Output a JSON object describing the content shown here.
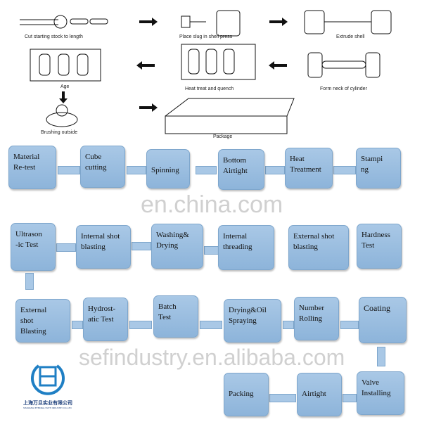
{
  "illustration": {
    "steps": [
      "Cut starting stock to length",
      "Place slug in shell press",
      "Extrude shell",
      "Form neck of cylinder",
      "Heat treat and quench",
      "Age",
      "Brushing outside",
      "Package"
    ]
  },
  "flow": {
    "row1": [
      "Material\nRe-test",
      "Cube\ncutting",
      "Spinning",
      "Bottom\nAirtight",
      "Heat\nTreatment",
      "Stampi\nng"
    ],
    "row2": [
      "Ultrason\n-ic Test",
      "Internal shot\nblasting",
      "Washing&\nDrying",
      "Internal\nthreading",
      "External shot\nblasting",
      "Hardness\nTest"
    ],
    "row3": [
      "External\nshot\nBlasting",
      "Hydrost-\natic Test",
      "Batch\nTest",
      "Drying&Oil\nSpraying",
      "Number\nRolling",
      "Coating"
    ],
    "row4": [
      "Packing",
      "Airtight",
      "Valve\nInstalling"
    ]
  },
  "watermarks": [
    "en.china.com",
    "sefindustry.en.alibaba.com"
  ],
  "logo": {
    "name": "上海万旦实业有限公司",
    "subtitle": "SHANGHAI ETERNAL FAITH INDUSTRY CO.,LTD"
  },
  "colors": {
    "box": "#a9c8e6",
    "border": "#7ea6cc",
    "logo": "#1f7fc4"
  }
}
